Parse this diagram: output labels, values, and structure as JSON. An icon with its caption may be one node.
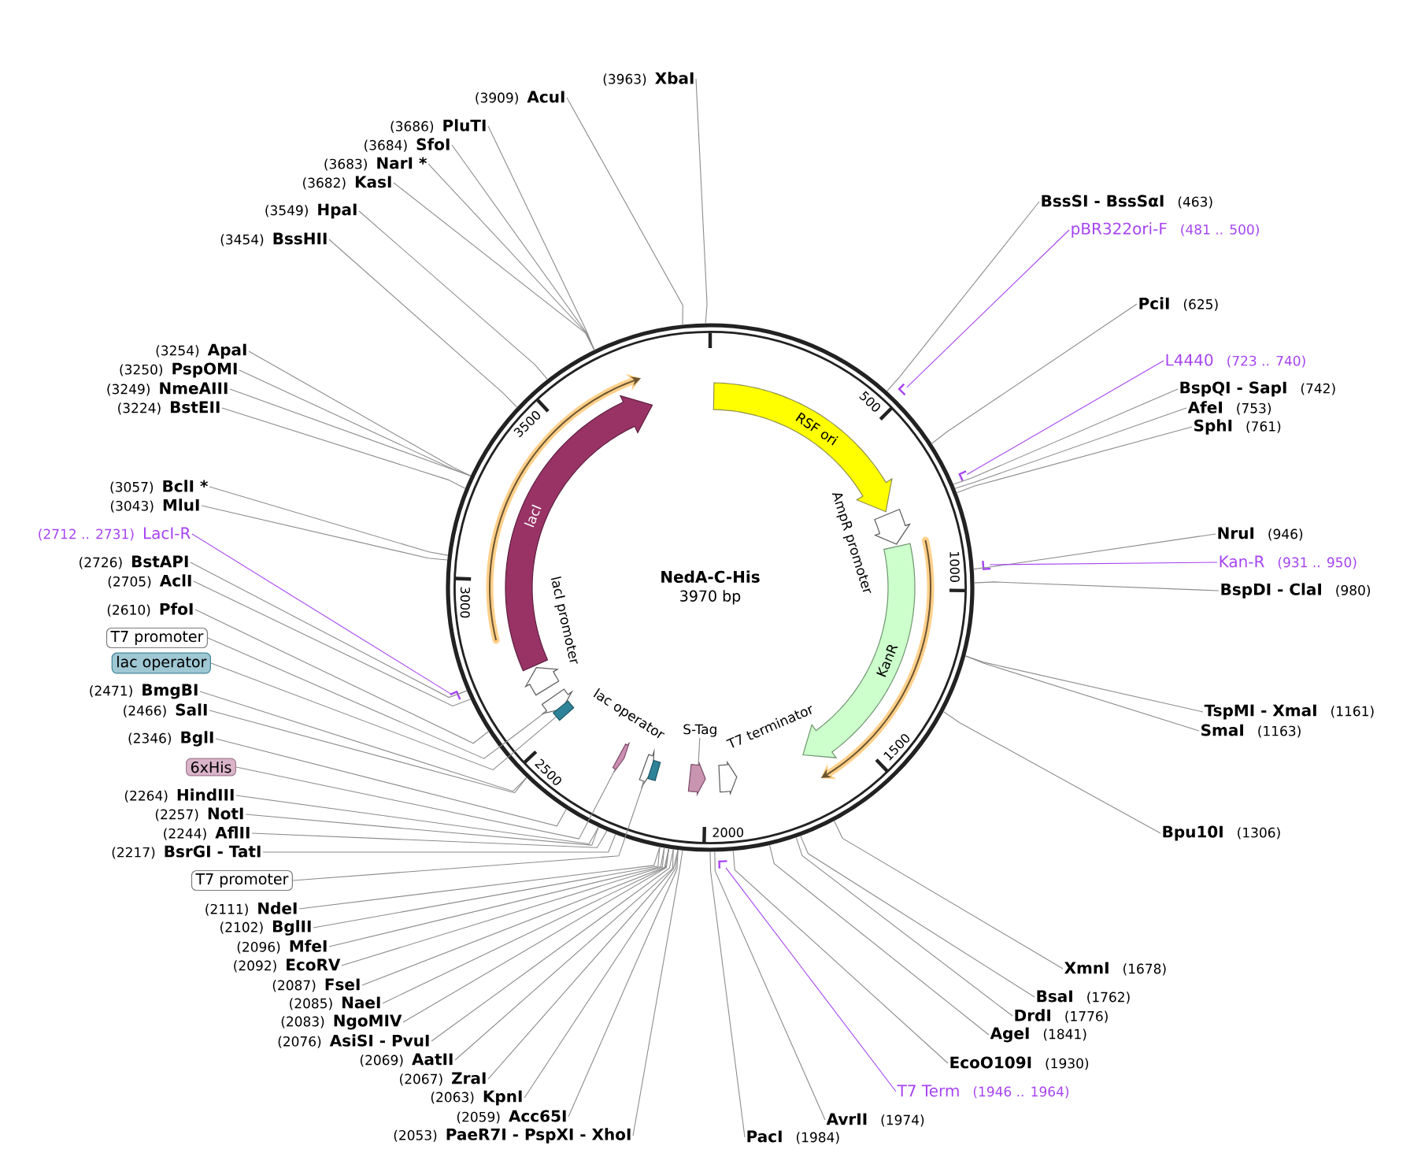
{
  "diagram": {
    "nodes": [
      {
        "text": [
          "NedA-C-His",
          "3970 bp"
        ]
      },
      {
        "text": [
          "RSF ori"
        ],
        "in": 0
      },
      {
        "text": [
          "AmpR promoter"
        ],
        "in": 0
      },
      {
        "text": [
          "KanR"
        ],
        "in": 0
      },
      {
        "text": [
          "lacI"
        ],
        "in": 0
      },
      {
        "text": [
          "lacI promoter"
        ],
        "in": 0
      },
      {
        "text": [],
        "shape": "arrow",
        "in": 0
      },
      {
        "text": [],
        "shape": "box",
        "in": 0
      },
      {
        "text": [],
        "shape": "arrow",
        "in": 0
      },
      {
        "text": [],
        "shape": "arrow",
        "in": 0
      },
      {
        "text": [
          "lac operator"
        ],
        "in": 0
      },
      {
        "text": [
          "S-Tag"
        ],
        "in": 0
      },
      {
        "text": [],
        "shape": "arrow",
        "in": 0
      },
      {
        "text": [
          "T7 terminator"
        ],
        "in": 0
      },
      {
        "text": [],
        "shape": "bar"
      },
      {
        "text": [],
        "shape": "bar"
      },
      {
        "text": [],
        "shape": "bar"
      },
      {
        "text": [],
        "shape": "bar"
      },
      {
        "text": [],
        "shape": "bar"
      },
      {
        "text": [
          "(3963)",
          "XbaI"
        ]
      },
      {
        "text": [
          "(3909)",
          "AcuI"
        ]
      },
      {
        "text": [
          "(3686)",
          "PluTI"
        ]
      },
      {
        "text": [
          "(3684)",
          "SfoI"
        ]
      },
      {
        "text": [
          "(3683)",
          "NarI *"
        ]
      },
      {
        "text": [
          "(3682)",
          "KasI"
        ]
      },
      {
        "text": [
          "(3549)",
          "HpaI"
        ]
      },
      {
        "text": [
          "(3454)",
          "BssHII"
        ]
      },
      {
        "text": [
          "(3254)",
          "ApaI"
        ]
      },
      {
        "text": [
          "(3250)",
          "PspOMI"
        ]
      },
      {
        "text": [
          "(3249)",
          "NmeAIII"
        ]
      },
      {
        "text": [
          "(3224)",
          "BstEII"
        ]
      },
      {
        "text": [
          "(3057)",
          "BclI *"
        ]
      },
      {
        "text": [
          "(3043)",
          "MluI"
        ]
      },
      {
        "text": [
          "(2712 .. 2731)",
          "LacI-R"
        ]
      },
      {
        "text": [
          "(2726)",
          "BstAPI"
        ]
      },
      {
        "text": [
          "(2705)",
          "AclI"
        ]
      },
      {
        "text": [
          "(2610)",
          "PfoI"
        ]
      },
      {
        "text": [
          "T7 promoter"
        ]
      },
      {
        "text": [
          "lac operator"
        ]
      },
      {
        "text": [
          "(2471)",
          "BmgBI"
        ]
      },
      {
        "text": [
          "(2466)",
          "SalI"
        ]
      },
      {
        "text": [
          "(2346)",
          "BglI"
        ]
      },
      {
        "text": [
          "6xHis"
        ]
      },
      {
        "text": [
          "(2264)",
          "HindIII"
        ]
      },
      {
        "text": [
          "(2257)",
          "NotI"
        ]
      },
      {
        "text": [
          "(2244)",
          "AflII"
        ]
      },
      {
        "text": [
          "(2217)",
          "BsrGI - TatI"
        ]
      },
      {
        "text": [
          "T7 promoter"
        ]
      },
      {
        "text": [
          "(2111)",
          "NdeI"
        ]
      },
      {
        "text": [
          "(2102)",
          "BglII"
        ]
      },
      {
        "text": [
          "(2096)",
          "MfeI"
        ]
      },
      {
        "text": [
          "(2092)",
          "EcoRV"
        ]
      },
      {
        "text": [
          "(2087)",
          "FseI"
        ]
      },
      {
        "text": [
          "(2085)",
          "NaeI"
        ]
      },
      {
        "text": [
          "(2083)",
          "NgoMIV"
        ]
      },
      {
        "text": [
          "(2076)",
          "AsiSI - PvuI"
        ]
      },
      {
        "text": [
          "(2069)",
          "AatII"
        ]
      },
      {
        "text": [
          "(2067)",
          "ZraI"
        ]
      },
      {
        "text": [
          "(2063)",
          "KpnI"
        ]
      },
      {
        "text": [
          "(2059)",
          "Acc65I"
        ]
      },
      {
        "text": [
          "(2053)",
          "PaeR7I - PspXI - XhoI"
        ]
      },
      {
        "text": [
          "BssSI - BssSαI",
          "(463)"
        ]
      },
      {
        "text": [
          "pBR322ori-F",
          "(481 .. 500)"
        ]
      },
      {
        "text": [
          "PciI",
          "(625)"
        ]
      },
      {
        "text": [
          "L4440",
          "(723 .. 740)"
        ]
      },
      {
        "text": [
          "BspQI - SapI",
          "(742)"
        ]
      },
      {
        "text": [
          "AfeI",
          "(753)"
        ]
      },
      {
        "text": [
          "SphI",
          "(761)"
        ]
      },
      {
        "text": [
          "NruI",
          "(946)"
        ]
      },
      {
        "text": [
          "Kan-R",
          "(931 .. 950)"
        ]
      },
      {
        "text": [
          "BspDI - ClaI",
          "(980)"
        ]
      },
      {
        "text": [
          "TspMI - XmaI",
          "(1161)"
        ]
      },
      {
        "text": [
          "SmaI",
          "(1163)"
        ]
      },
      {
        "text": [
          "Bpu10I",
          "(1306)"
        ]
      },
      {
        "text": [
          "XmnI",
          "(1678)"
        ]
      },
      {
        "text": [
          "BsaI",
          "(1762)"
        ]
      },
      {
        "text": [
          "DrdI",
          "(1776)"
        ]
      },
      {
        "text": [
          "AgeI",
          "(1841)"
        ]
      },
      {
        "text": [
          "EcoO109I",
          "(1930)"
        ]
      },
      {
        "text": [
          "T7 Term",
          "(1946 .. 1964)"
        ]
      },
      {
        "text": [
          "AvrII",
          "(1974)"
        ]
      },
      {
        "text": [
          "PacI",
          "(1984)"
        ]
      }
    ],
    "edges": [
      {
        "from": 19,
        "to": 0,
        "arrow": "none"
      },
      {
        "from": 20,
        "to": 0,
        "arrow": "none"
      },
      {
        "from": 21,
        "to": 0,
        "arrow": "none"
      },
      {
        "from": 22,
        "to": 0,
        "arrow": "none"
      },
      {
        "from": 23,
        "to": 0,
        "arrow": "none"
      },
      {
        "from": 24,
        "to": 0,
        "arrow": "none"
      },
      {
        "from": 25,
        "to": 0,
        "arrow": "none"
      },
      {
        "from": 26,
        "to": 0,
        "arrow": "none"
      },
      {
        "from": 27,
        "to": 0,
        "arrow": "none"
      },
      {
        "from": 28,
        "to": 0,
        "arrow": "none"
      },
      {
        "from": 29,
        "to": 0,
        "arrow": "none"
      },
      {
        "from": 30,
        "to": 0,
        "arrow": "none"
      },
      {
        "from": 31,
        "to": 0,
        "arrow": "none"
      },
      {
        "from": 32,
        "to": 0,
        "arrow": "none"
      },
      {
        "from": 33,
        "to": 14,
        "arrow": "none",
        "color": "#a644f2"
      },
      {
        "from": 34,
        "to": 0,
        "arrow": "none"
      },
      {
        "from": 35,
        "to": 0,
        "arrow": "none"
      },
      {
        "from": 36,
        "to": 0,
        "arrow": "none"
      },
      {
        "from": 37,
        "to": 6,
        "arrow": "none"
      },
      {
        "from": 38,
        "to": 7,
        "arrow": "none"
      },
      {
        "from": 39,
        "to": 0,
        "arrow": "none"
      },
      {
        "from": 40,
        "to": 0,
        "arrow": "none"
      },
      {
        "from": 41,
        "to": 0,
        "arrow": "none"
      },
      {
        "from": 42,
        "to": 8,
        "arrow": "none"
      },
      {
        "from": 43,
        "to": 0,
        "arrow": "none"
      },
      {
        "from": 44,
        "to": 0,
        "arrow": "none"
      },
      {
        "from": 45,
        "to": 0,
        "arrow": "none"
      },
      {
        "from": 46,
        "to": 0,
        "arrow": "none"
      },
      {
        "from": 47,
        "to": 9,
        "arrow": "none"
      },
      {
        "from": 48,
        "to": 0,
        "arrow": "none"
      },
      {
        "from": 49,
        "to": 0,
        "arrow": "none"
      },
      {
        "from": 50,
        "to": 0,
        "arrow": "none"
      },
      {
        "from": 51,
        "to": 0,
        "arrow": "none"
      },
      {
        "from": 52,
        "to": 0,
        "arrow": "none"
      },
      {
        "from": 53,
        "to": 0,
        "arrow": "none"
      },
      {
        "from": 54,
        "to": 0,
        "arrow": "none"
      },
      {
        "from": 55,
        "to": 0,
        "arrow": "none"
      },
      {
        "from": 56,
        "to": 0,
        "arrow": "none"
      },
      {
        "from": 57,
        "to": 0,
        "arrow": "none"
      },
      {
        "from": 58,
        "to": 0,
        "arrow": "none"
      },
      {
        "from": 59,
        "to": 0,
        "arrow": "none"
      },
      {
        "from": 60,
        "to": 0,
        "arrow": "none"
      },
      {
        "from": 61,
        "to": 0,
        "arrow": "none"
      },
      {
        "from": 62,
        "to": 16,
        "arrow": "none",
        "color": "#a644f2"
      },
      {
        "from": 63,
        "to": 0,
        "arrow": "none"
      },
      {
        "from": 64,
        "to": 17,
        "arrow": "none",
        "color": "#a644f2"
      },
      {
        "from": 65,
        "to": 0,
        "arrow": "none"
      },
      {
        "from": 66,
        "to": 0,
        "arrow": "none"
      },
      {
        "from": 67,
        "to": 0,
        "arrow": "none"
      },
      {
        "from": 68,
        "to": 0,
        "arrow": "none"
      },
      {
        "from": 69,
        "to": 18,
        "arrow": "none",
        "color": "#a644f2"
      },
      {
        "from": 70,
        "to": 0,
        "arrow": "none"
      },
      {
        "from": 71,
        "to": 0,
        "arrow": "none"
      },
      {
        "from": 72,
        "to": 0,
        "arrow": "none"
      },
      {
        "from": 73,
        "to": 0,
        "arrow": "none"
      },
      {
        "from": 74,
        "to": 0,
        "arrow": "none"
      },
      {
        "from": 75,
        "to": 0,
        "arrow": "none"
      },
      {
        "from": 76,
        "to": 0,
        "arrow": "none"
      },
      {
        "from": 77,
        "to": 0,
        "arrow": "none"
      },
      {
        "from": 78,
        "to": 0,
        "arrow": "none"
      },
      {
        "from": 79,
        "to": 15,
        "arrow": "none",
        "color": "#a644f2"
      },
      {
        "from": 80,
        "to": 0,
        "arrow": "none"
      },
      {
        "from": 81,
        "to": 0,
        "arrow": "none"
      },
      {
        "from": 11,
        "to": 12,
        "arrow": "none"
      }
    ],
    "labels": [
      "500",
      "1000",
      "1500",
      "2000",
      "2500",
      "3000",
      "3500"
    ]
  }
}
